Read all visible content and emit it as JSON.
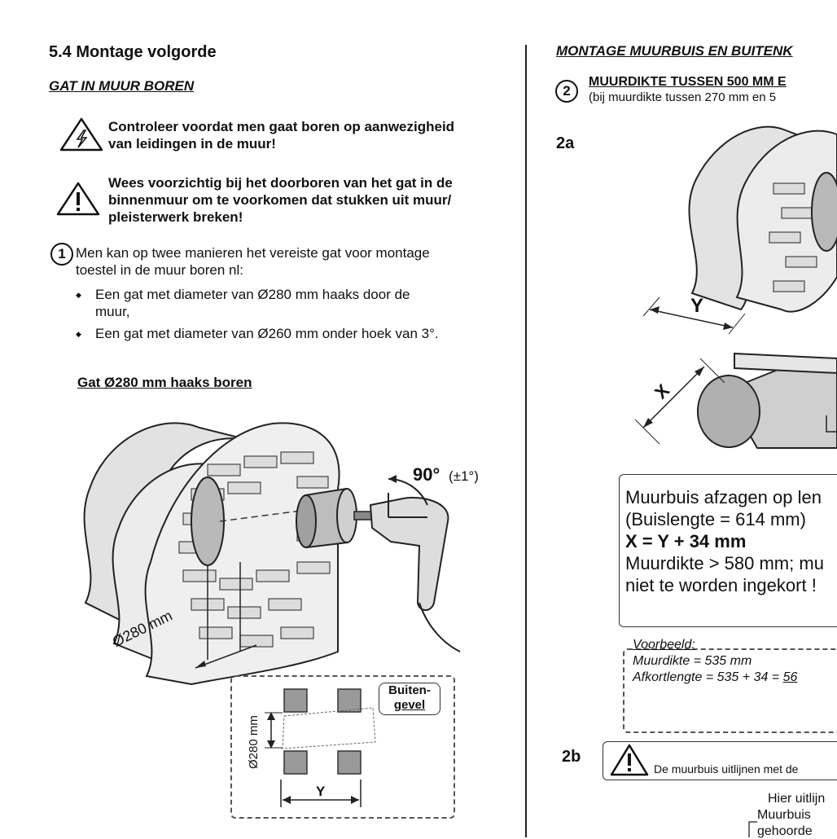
{
  "left": {
    "section_title": "5.4 Montage volgorde",
    "subheading": "GAT IN MUUR BOREN",
    "warning1": [
      "Controleer voordat men gaat boren op aanwezigheid",
      "van leidingen in de muur!"
    ],
    "warning2": [
      "Wees voorzichtig bij het doorboren van het gat in de",
      "binnenmuur om te voorkomen dat stukken uit muur/",
      "pleisterwerk breken!"
    ],
    "step1_number": "1",
    "step1_text": [
      "Men kan op twee manieren het vereiste gat voor montage",
      "toestel in de muur boren nl:"
    ],
    "bullets": [
      [
        "Een gat met diameter van Ø280 mm haaks door de",
        "muur,"
      ],
      [
        "Een gat met diameter van Ø260 mm onder hoek van 3°."
      ]
    ],
    "bullet_symbol": "◆",
    "diagram_heading": "Gat Ø280 mm haaks boren",
    "angle_label": "90°",
    "angle_tolerance": "(±1°)",
    "diameter_label": "Ø280 mm",
    "inset": {
      "vertical_label": "Ø280 mm",
      "width_label": "Y",
      "badge": [
        "Buiten-",
        "gevel"
      ]
    }
  },
  "right": {
    "heading": "MONTAGE MUURBUIS EN BUITENK",
    "step2_number": "2",
    "step2_title": "MUURDIKTE TUSSEN 500 MM E",
    "step2_sub": "(bij muurdikte tussen 270 mm en 5",
    "label_2a": "2a",
    "label_y": "Y",
    "label_x": "X",
    "cut_box": {
      "line1": "Muurbuis afzagen op len",
      "line2": "(Buislengte = 614 mm)",
      "line3": "X = Y + 34 mm",
      "line4": "Muurdikte > 580 mm; mu",
      "line5": "niet te worden ingekort !"
    },
    "example": {
      "title": "Voorbeeld:",
      "line1": "Muurdikte = 535 mm",
      "line2_prefix": "Afkortlengte = 535 + 34 = ",
      "line2_value": "56"
    },
    "label_2b": "2b",
    "align_text": "De muurbuis uitlijnen met de",
    "bottom_line1": "Hier uitlijn",
    "bottom_line2": "Muurbuis",
    "bottom_line3": "gehoorde"
  }
}
